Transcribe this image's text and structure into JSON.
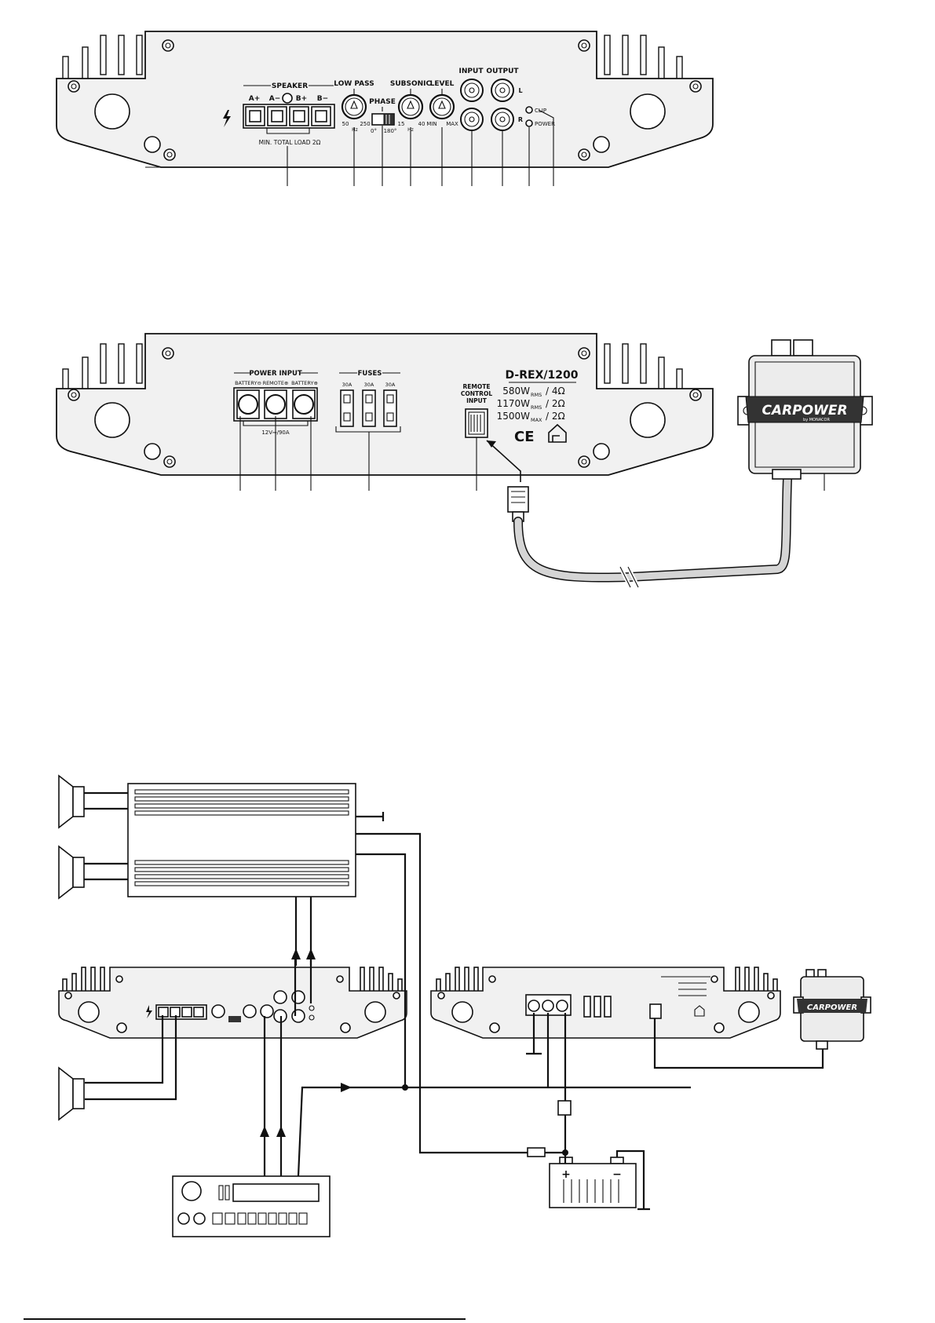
{
  "front_panel": {
    "speaker_label": "SPEAKER",
    "terminals": [
      "A+",
      "A−",
      "B+",
      "B−"
    ],
    "min_load": "MIN. TOTAL LOAD 2Ω",
    "low_pass": {
      "label": "LOW PASS",
      "min": "50",
      "unit": "Hz",
      "max": "250"
    },
    "phase": {
      "label": "PHASE",
      "pos_a": "0°",
      "pos_b": "180°"
    },
    "subsonic": {
      "label": "SUBSONIC",
      "min": "15",
      "unit": "Hz",
      "max": "40"
    },
    "level": {
      "label": "LEVEL",
      "min": "MIN",
      "max": "MAX"
    },
    "input_label": "INPUT",
    "output_label": "OUTPUT",
    "channel_left": "L",
    "channel_right": "R",
    "clip_label": "CLIP",
    "power_label": "POWER"
  },
  "rear_panel": {
    "power_input_label": "POWER INPUT",
    "power_terminals": [
      "BATTERY⊖",
      "REMOTE⊕",
      "BATTERY⊕"
    ],
    "power_rating": "12V⎓/90A",
    "fuses_label": "FUSES",
    "fuse_ratings": [
      "30A",
      "30A",
      "30A"
    ],
    "remote_input_lines": [
      "REMOTE",
      "CONTROL",
      "INPUT"
    ],
    "model": "D-REX/1200",
    "ratings": [
      {
        "watts": "580W",
        "sub": "RMS",
        "load": "/ 4Ω"
      },
      {
        "watts": "1170W",
        "sub": "RMS",
        "load": "/ 2Ω"
      },
      {
        "watts": "1500W",
        "sub": "MAX",
        "load": "/ 2Ω"
      }
    ],
    "ce_mark": "CE"
  },
  "remote_control": {
    "brand": "CARPOWER",
    "brand_sub": "by MONACOR",
    "brand_small": "CARPOWER",
    "arrow_down": "▼",
    "arrow_up": "▲"
  },
  "wiring": {
    "battery_plus": "+",
    "battery_minus": "−"
  }
}
